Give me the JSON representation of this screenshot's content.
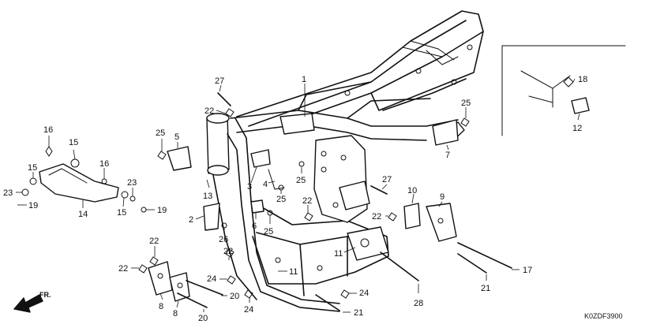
{
  "diagram": {
    "direction_label": "FR.",
    "diagram_code": "K0ZDF3900"
  },
  "callouts": [
    {
      "id": "c1",
      "text": "1"
    },
    {
      "id": "c2",
      "text": "2"
    },
    {
      "id": "c3",
      "text": "3"
    },
    {
      "id": "c4",
      "text": "4"
    },
    {
      "id": "c5",
      "text": "5"
    },
    {
      "id": "c6",
      "text": "6"
    },
    {
      "id": "c7",
      "text": "7"
    },
    {
      "id": "c8a",
      "text": "8"
    },
    {
      "id": "c8b",
      "text": "8"
    },
    {
      "id": "c9",
      "text": "9"
    },
    {
      "id": "c10",
      "text": "10"
    },
    {
      "id": "c11a",
      "text": "11"
    },
    {
      "id": "c11b",
      "text": "11"
    },
    {
      "id": "c12",
      "text": "12"
    },
    {
      "id": "c13",
      "text": "13"
    },
    {
      "id": "c14",
      "text": "14"
    },
    {
      "id": "c15a",
      "text": "15"
    },
    {
      "id": "c15b",
      "text": "15"
    },
    {
      "id": "c15c",
      "text": "15"
    },
    {
      "id": "c16a",
      "text": "16"
    },
    {
      "id": "c16b",
      "text": "16"
    },
    {
      "id": "c17",
      "text": "17"
    },
    {
      "id": "c18",
      "text": "18"
    },
    {
      "id": "c19a",
      "text": "19"
    },
    {
      "id": "c19b",
      "text": "19"
    },
    {
      "id": "c20a",
      "text": "20"
    },
    {
      "id": "c20b",
      "text": "20"
    },
    {
      "id": "c21a",
      "text": "21"
    },
    {
      "id": "c21b",
      "text": "21"
    },
    {
      "id": "c22a",
      "text": "22"
    },
    {
      "id": "c22b",
      "text": "22"
    },
    {
      "id": "c22c",
      "text": "22"
    },
    {
      "id": "c22d",
      "text": "22"
    },
    {
      "id": "c22e",
      "text": "22"
    },
    {
      "id": "c22f",
      "text": "22"
    },
    {
      "id": "c23a",
      "text": "23"
    },
    {
      "id": "c23b",
      "text": "23"
    },
    {
      "id": "c24a",
      "text": "24"
    },
    {
      "id": "c24b",
      "text": "24"
    },
    {
      "id": "c24c",
      "text": "24"
    },
    {
      "id": "c25a",
      "text": "25"
    },
    {
      "id": "c25b",
      "text": "25"
    },
    {
      "id": "c25c",
      "text": "25"
    },
    {
      "id": "c25d",
      "text": "25"
    },
    {
      "id": "c25e",
      "text": "25"
    },
    {
      "id": "c26",
      "text": "26"
    },
    {
      "id": "c27a",
      "text": "27"
    },
    {
      "id": "c27b",
      "text": "27"
    },
    {
      "id": "c28",
      "text": "28"
    }
  ]
}
